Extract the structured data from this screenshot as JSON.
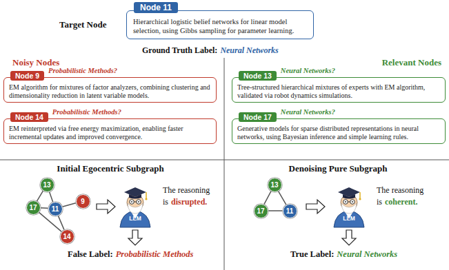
{
  "diagram": {
    "nodes": [
      {
        "text": [
          "Node 11",
          "Hierarchical logistic belief networks for linear model selection, using Gibbs sampling for parameter learning."
        ]
      },
      {
        "text": [
          "Node 9",
          "Probabilistic Methods?",
          "EM algorithm for mixtures of factor analyzers, combining clustering and dimensionality reduction in latent variable models."
        ]
      },
      {
        "text": [
          "Node 14",
          "Probabilistic Methods?",
          "EM reinterpreted via free energy maximization, enabling faster incremental updates and improved convergence."
        ]
      },
      {
        "text": [
          "Node 13",
          "Neural Networks?",
          "Tree-structured hierarchical mixtures of experts with EM algorithm, validated via robot dynamics simulations."
        ]
      },
      {
        "text": [
          "Node 17",
          "Neural Networks?",
          "Generative models for sparse distributed representations in neural networks, using Bayesian inference and simple learning rules."
        ]
      },
      {
        "text": [
          "13"
        ]
      },
      {
        "text": [
          "17"
        ]
      },
      {
        "text": [
          "11"
        ]
      },
      {
        "text": [
          "9"
        ]
      },
      {
        "text": [
          "14"
        ]
      },
      {
        "text": [
          "13"
        ]
      },
      {
        "text": [
          "17"
        ]
      },
      {
        "text": [
          "11"
        ]
      }
    ],
    "edges": [
      {
        "from": 5,
        "to": 6,
        "arrow": "none"
      },
      {
        "from": 5,
        "to": 7,
        "arrow": "none"
      },
      {
        "from": 6,
        "to": 7,
        "arrow": "none"
      },
      {
        "from": 6,
        "to": 9,
        "arrow": "none"
      },
      {
        "from": 7,
        "to": 8,
        "arrow": "none"
      },
      {
        "from": 7,
        "to": 9,
        "arrow": "none"
      },
      {
        "from": 10,
        "to": 11,
        "arrow": "none"
      },
      {
        "from": 10,
        "to": 12,
        "arrow": "none"
      },
      {
        "from": 11,
        "to": 12,
        "arrow": "none"
      }
    ],
    "labels": [
      "Target Node",
      "Ground Truth Label:",
      "Neural Networks",
      "Noisy Nodes",
      "Relevant Nodes",
      "Initial Egocentric Subgraph",
      "LLM",
      "The reasoning",
      "is",
      "disrupted.",
      "False Label:",
      "Probabilistic Methods",
      "Denoising Pure Subgraph",
      "LLM",
      "The reasoning",
      "is",
      "coherent.",
      "True Label:",
      "Neural Networks"
    ]
  }
}
